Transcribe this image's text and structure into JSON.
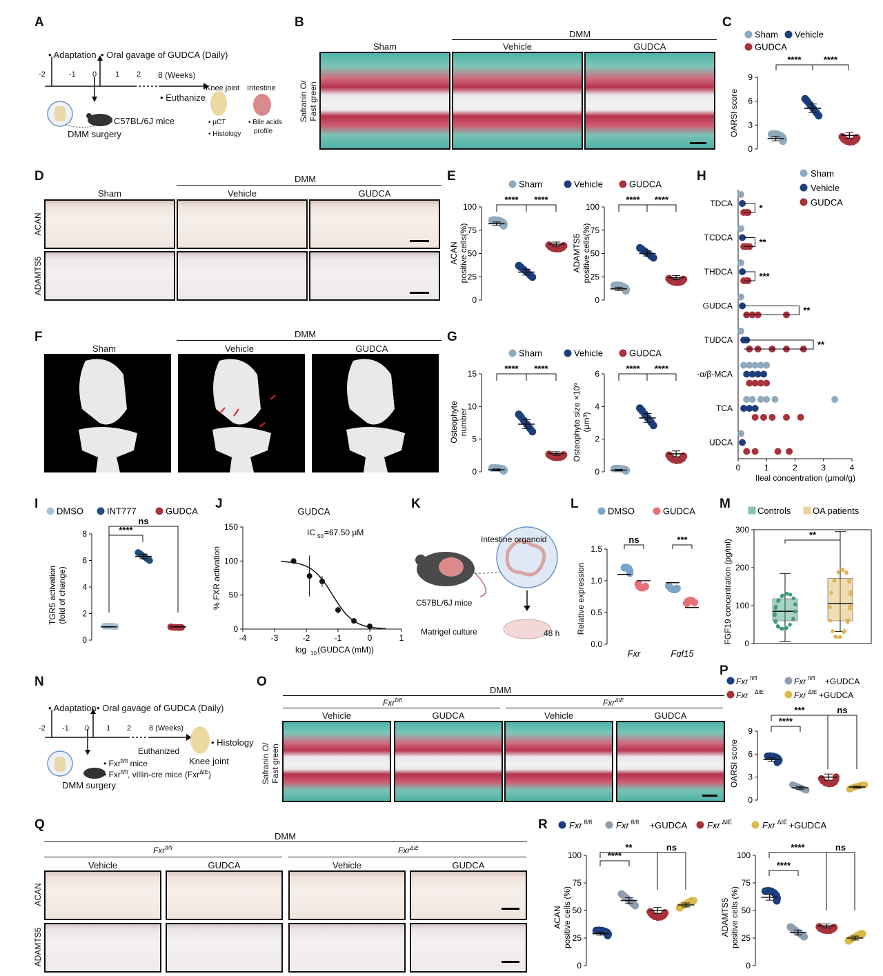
{
  "panels": {
    "A": {
      "label": "A",
      "timeline_ticks": [
        "-2",
        "-1",
        "0",
        "1",
        "2",
        "8 (Weeks)"
      ],
      "adaptation": "• Adaptation",
      "gavage": "• Oral gavage of GUDCA (Daily)",
      "euthanize": "• Euthanize",
      "mice": "C57BL/6J mice",
      "surgery": "DMM surgery",
      "knee": "Knee joint",
      "intestine": "Intestine",
      "uct": "• μCT",
      "histology": "• Histology",
      "bile1": "• Bile acids",
      "bile2": "profile"
    },
    "B": {
      "label": "B",
      "dmm": "DMM",
      "cols": [
        "Sham",
        "Vehicle",
        "GUDCA"
      ],
      "row_label1": "Safranin O/",
      "row_label2": "Fast green"
    },
    "C": {
      "label": "C",
      "legend": [
        "Sham",
        "Vehicle",
        "GUDCA"
      ],
      "ylabel": "OARSI score",
      "sig1": "****",
      "sig2": "****"
    },
    "D": {
      "label": "D",
      "dmm": "DMM",
      "cols": [
        "Sham",
        "Vehicle",
        "GUDCA"
      ],
      "rows": [
        "ACAN",
        "ADAMTS5"
      ]
    },
    "E": {
      "label": "E",
      "legend": [
        "Sham",
        "Vehicle",
        "GUDCA"
      ],
      "ylabel_left1": "ACAN",
      "ylabel_left2": "positive cells(%)",
      "ylabel_right1": "ADAMTS5",
      "ylabel_right2": "positive cells(%)",
      "sig": "****"
    },
    "F": {
      "label": "F",
      "dmm": "DMM",
      "cols": [
        "Sham",
        "Vehicle",
        "GUDCA"
      ]
    },
    "G": {
      "label": "G",
      "legend": [
        "Sham",
        "Vehicle",
        "GUDCA"
      ],
      "ylabel_left1": "Osteophyte",
      "ylabel_left2": "number",
      "ylabel_right1": "Osteophyte size ×10⁹",
      "ylabel_right2": "(μm³)",
      "sig": "****"
    },
    "H": {
      "label": "H",
      "legend": [
        "Sham",
        "Vehicle",
        "GUDCA"
      ],
      "categories": [
        "TDCA",
        "TCDCA",
        "THDCA",
        "GUDCA",
        "TUDCA",
        "T-α/β-MCA",
        "TCA",
        "UDCA"
      ],
      "sigs": [
        "*",
        "**",
        "***",
        "**",
        "**"
      ],
      "xlabel": "Ileal concentration (μmol/g)"
    },
    "I": {
      "label": "I",
      "legend": [
        "DMSO",
        "INT777",
        "GUDCA"
      ],
      "ylabel1": "TGR5 activation",
      "ylabel2": "(fold of change)",
      "sig1": "****",
      "sig2": "ns"
    },
    "J": {
      "label": "J",
      "title": "GUDCA",
      "ic50": "IC",
      "ic50_sub": "50",
      "ic50_val": "=67.50 μM",
      "ylabel": "% FXR activation",
      "xlabel_pre": "log",
      "xlabel_sub": "10",
      "xlabel_post": "(GUDCA (mM))"
    },
    "K": {
      "label": "K",
      "organoid": "Intestine organoid",
      "mice": "C57BL/6J mice",
      "matrigel": "Matrigel culture",
      "time": "48 h"
    },
    "L": {
      "label": "L",
      "legend": [
        "DMSO",
        "GUDCA"
      ],
      "ylabel": "Relative expression",
      "cats": [
        "Fxr",
        "Fgf15"
      ],
      "sig1": "ns",
      "sig2": "***"
    },
    "M": {
      "label": "M",
      "legend": [
        "Controls",
        "OA patients"
      ],
      "ylabel": "FGF19 concentration (pg/ml)",
      "sig": "**"
    },
    "N": {
      "label": "N",
      "timeline_ticks": [
        "-2",
        "-1",
        "0",
        "1",
        "2",
        "8 (Weeks)"
      ],
      "adaptation": "• Adaptation",
      "gavage": "• Oral gavage of GUDCA (Daily)",
      "euthanized": "Euthanized",
      "histology": "• Histology",
      "knee": "Knee joint",
      "fxr_mice": "• Fxr",
      "fxr_mice_sup": "fl/fl",
      "fxr_mice_tail": " mice",
      "fxr_villin": "• Fxr",
      "fxr_villin_sup": "fl/fl",
      "fxr_villin_tail": ", villin-cre mice (Fxr",
      "fxr_villin_sup2": "ΔIE",
      "fxr_villin_end": ")",
      "surgery": "DMM surgery"
    },
    "O": {
      "label": "O",
      "dmm": "DMM",
      "group1": "Fxr",
      "group1_sup": "fl/fl",
      "group2": "Fxr",
      "group2_sup": "ΔIE",
      "cols": [
        "Vehicle",
        "GUDCA",
        "Vehicle",
        "GUDCA"
      ],
      "row_label1": "Safranin O/",
      "row_label2": "Fast green"
    },
    "P": {
      "label": "P",
      "legend": [
        "Fxr",
        "fl/fl",
        "Fxr",
        "fl/fl",
        "+GUDCA",
        "Fxr ",
        "ΔIE",
        "Fxr",
        "ΔIE",
        "+GUDCA"
      ],
      "ylabel": "OARSI score",
      "sig1": "****",
      "sig2": "***",
      "sig3": "ns"
    },
    "Q": {
      "label": "Q",
      "dmm": "DMM",
      "group1": "Fxr",
      "group1_sup": "fl/fl",
      "group2": "Fxr",
      "group2_sup": "ΔIE",
      "cols": [
        "Vehicle",
        "GUDCA",
        "Vehicle",
        "GUDCA"
      ],
      "rows": [
        "ACAN",
        "ADAMTS5"
      ]
    },
    "R": {
      "label": "R",
      "legend": [
        "Fxr",
        "fl/fl",
        "Fxr",
        "fl/fl",
        "+GUDCA",
        "Fxr",
        "ΔIE",
        "Fxr",
        "ΔIE",
        "+GUDCA"
      ],
      "ylabel_left1": "ACAN",
      "ylabel_left2": "positive cells (%)",
      "ylabel_right1": "ADAMTS5",
      "ylabel_right2": "positive cells (%)",
      "sig1": "****",
      "sig2": "**",
      "sig3": "ns",
      "sig4": "****"
    }
  },
  "colors": {
    "sham": "#8fa9bd",
    "vehicle": "#1d3e7c",
    "gudca": "#a8323c",
    "dmso": "#a9c1d3",
    "int777": "#1f4f7a",
    "dmso_l": "#7aa6c9",
    "gudca_l": "#e9707a",
    "controls": "#3f9c78",
    "oa": "#e0b45a",
    "fxr_fl": "#1d3e7c",
    "fxr_fl_g": "#8f9eae",
    "fxr_ie": "#a8323c",
    "fxr_ie_g": "#d9b94a"
  },
  "chart_data": [
    {
      "id": "C",
      "type": "scatter",
      "ylabel": "OARSI score",
      "ylim": [
        0,
        9
      ],
      "yticks": [
        0,
        3,
        6,
        9
      ],
      "categories": [
        "Sham",
        "Vehicle",
        "GUDCA"
      ],
      "means": [
        1.3,
        5.1,
        1.7
      ]
    },
    {
      "id": "E-left",
      "type": "scatter",
      "ylabel": "ACAN positive cells(%)",
      "ylim": [
        0,
        100
      ],
      "yticks": [
        0,
        25,
        50,
        75,
        100
      ],
      "categories": [
        "Sham",
        "Vehicle",
        "GUDCA"
      ],
      "means": [
        82,
        30,
        60
      ]
    },
    {
      "id": "E-right",
      "type": "scatter",
      "ylabel": "ADAMTS5 positive cells(%)",
      "ylim": [
        0,
        100
      ],
      "yticks": [
        0,
        25,
        50,
        75,
        100
      ],
      "categories": [
        "Sham",
        "Vehicle",
        "GUDCA"
      ],
      "means": [
        12,
        50,
        24
      ]
    },
    {
      "id": "G-left",
      "type": "scatter",
      "ylabel": "Osteophyte number",
      "ylim": [
        0,
        15
      ],
      "yticks": [
        0,
        5,
        10,
        15
      ],
      "categories": [
        "Sham",
        "Vehicle",
        "GUDCA"
      ],
      "means": [
        0.3,
        7.3,
        2.8
      ]
    },
    {
      "id": "G-right",
      "type": "scatter",
      "ylabel": "Osteophyte size ×10⁹ (μm³)",
      "ylim": [
        0,
        6
      ],
      "yticks": [
        0,
        2,
        4,
        6
      ],
      "categories": [
        "Sham",
        "Vehicle",
        "GUDCA"
      ],
      "means": [
        0.1,
        3.3,
        1.1
      ]
    },
    {
      "id": "H",
      "type": "scatter",
      "xlabel": "Ileal concentration (μmol/g)",
      "xlim": [
        0,
        4
      ],
      "xticks": [
        0,
        1,
        2,
        3,
        4
      ],
      "categories": [
        "TDCA",
        "TCDCA",
        "THDCA",
        "GUDCA",
        "TUDCA",
        "T-α/β-MCA",
        "TCA",
        "UDCA"
      ]
    },
    {
      "id": "I",
      "type": "scatter",
      "ylabel": "TGR5 activation (fold of change)",
      "ylim": [
        0,
        8
      ],
      "yticks": [
        0,
        2,
        4,
        6,
        8
      ],
      "categories": [
        "DMSO",
        "INT777",
        "GUDCA"
      ],
      "means": [
        1.0,
        6.3,
        1.0
      ]
    },
    {
      "id": "J",
      "type": "line",
      "ylabel": "% FXR activation",
      "xlabel": "log10(GUDCA (mM))",
      "xlim": [
        -4,
        1
      ],
      "xticks": [
        -4,
        -3,
        -2,
        -1,
        0,
        1
      ],
      "ylim": [
        0,
        150
      ],
      "yticks": [
        0,
        50,
        100,
        150
      ],
      "x": [
        -2.4,
        -1.9,
        -1.5,
        -1.0,
        -0.5,
        0.0
      ],
      "y": [
        100,
        78,
        70,
        28,
        12,
        4
      ]
    },
    {
      "id": "L",
      "type": "scatter",
      "ylabel": "Relative expression",
      "ylim": [
        0,
        1.5
      ],
      "yticks": [
        0.0,
        0.5,
        1.0,
        1.5
      ],
      "categories": [
        "Fxr",
        "Fgf15"
      ],
      "series": [
        {
          "name": "DMSO",
          "values": [
            1.1,
            0.97
          ]
        },
        {
          "name": "GUDCA",
          "values": [
            1.0,
            0.58
          ]
        }
      ]
    },
    {
      "id": "M",
      "type": "bar",
      "ylabel": "FGF19 concentration (pg/ml)",
      "ylim": [
        0,
        300
      ],
      "yticks": [
        0,
        100,
        200,
        300
      ],
      "categories": [
        "Controls",
        "OA patients"
      ],
      "medians": [
        85,
        105
      ]
    },
    {
      "id": "P",
      "type": "scatter",
      "ylabel": "OARSI score",
      "ylim": [
        0,
        9
      ],
      "yticks": [
        0,
        3,
        6,
        9
      ],
      "means": [
        5.3,
        1.6,
        3.0,
        1.7
      ]
    },
    {
      "id": "R-left",
      "type": "scatter",
      "ylabel": "ACAN positive cells (%)",
      "ylim": [
        0,
        100
      ],
      "yticks": [
        0,
        25,
        50,
        75,
        100
      ],
      "means": [
        29,
        59,
        50,
        55
      ]
    },
    {
      "id": "R-right",
      "type": "scatter",
      "ylabel": "ADAMTS5 positive cells (%)",
      "ylim": [
        0,
        100
      ],
      "yticks": [
        0,
        25,
        50,
        75,
        100
      ],
      "means": [
        62,
        30,
        36,
        25
      ]
    }
  ]
}
